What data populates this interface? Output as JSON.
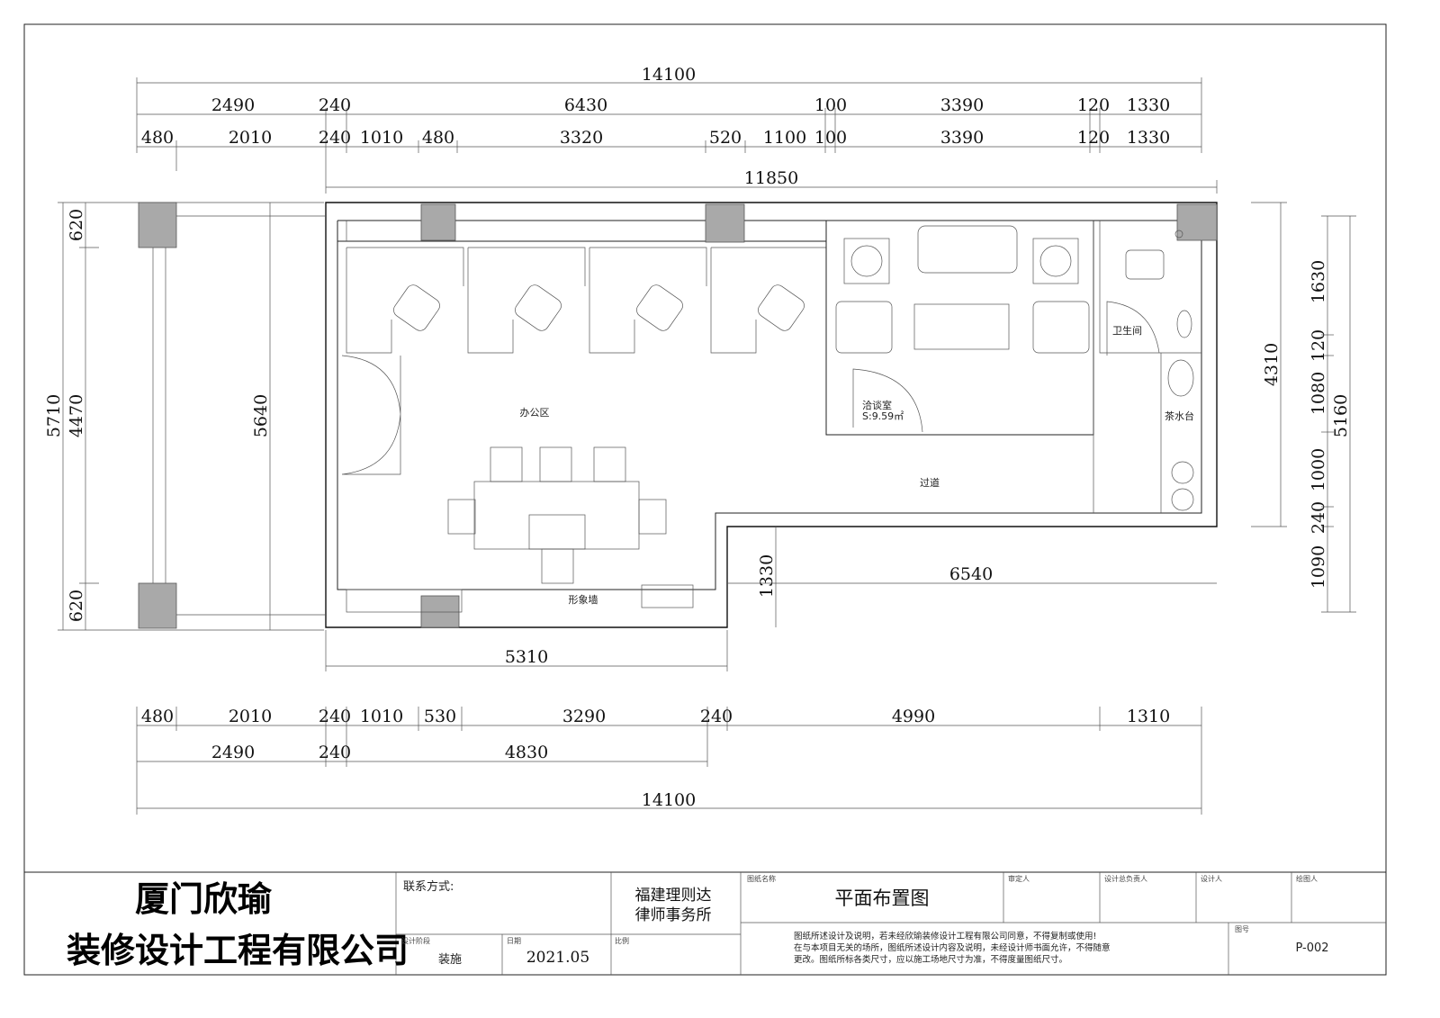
{
  "dims_top": {
    "row1": [
      "14100"
    ],
    "row2": [
      "2490",
      "240",
      "6430",
      "100",
      "3390",
      "120",
      "1330"
    ],
    "row3": [
      "480",
      "2010",
      "240",
      "1010",
      "480",
      "3320",
      "520",
      "1100",
      "100",
      "3390",
      "120",
      "1330"
    ],
    "inner": "11850"
  },
  "dims_left": {
    "total": "5710",
    "mid": "4470",
    "top": "620",
    "bottom": "620",
    "inner": "5640"
  },
  "dims_right": {
    "outer": "4310",
    "segments": [
      "1630",
      "120",
      "1080",
      "1000",
      "240",
      "1090"
    ],
    "total": "5160"
  },
  "dims_bottom": {
    "inner_left": "5310",
    "notch_v": "1330",
    "notch_h": "6540",
    "row1": [
      "480",
      "2010",
      "240",
      "1010",
      "530",
      "3290",
      "240",
      "4990",
      "1310"
    ],
    "row2": [
      "2490",
      "240",
      "4830"
    ],
    "row3": [
      "14100"
    ]
  },
  "rooms": {
    "office": "办公区",
    "meeting": "洽谈室",
    "meeting_area": "S:9.59㎡",
    "toilet": "卫生间",
    "tea": "茶水台",
    "corridor": "过道",
    "image_wall": "形象墙"
  },
  "title_block": {
    "company_line1": "厦门欣瑜",
    "company_line2": "装修设计工程有限公司",
    "contact_label": "联系方式:",
    "client_line1": "福建理则达",
    "client_line2": "律师事务所",
    "stage_label": "设计阶段",
    "stage_value": "装施",
    "date_label": "日期",
    "date_value": "2021.05",
    "scale_label": "比例",
    "drawing_name_label": "图纸名称",
    "drawing_name": "平面布置图",
    "approver_label": "审定人",
    "chief_label": "设计总负责人",
    "designer_label": "设计人",
    "drafter_label": "绘图人",
    "notes": [
      "图纸所述设计及说明，若未经欣瑜装修设计工程有限公司同意，不得复制或使用!",
      "在与本项目无关的场所，图纸所述设计内容及说明，未经设计师书面允许，不得随意",
      "更改。图纸所标各类尺寸，应以施工场地尺寸为准，不得度量图纸尺寸。"
    ],
    "drawing_no_label": "图号",
    "drawing_no": "P-002"
  }
}
